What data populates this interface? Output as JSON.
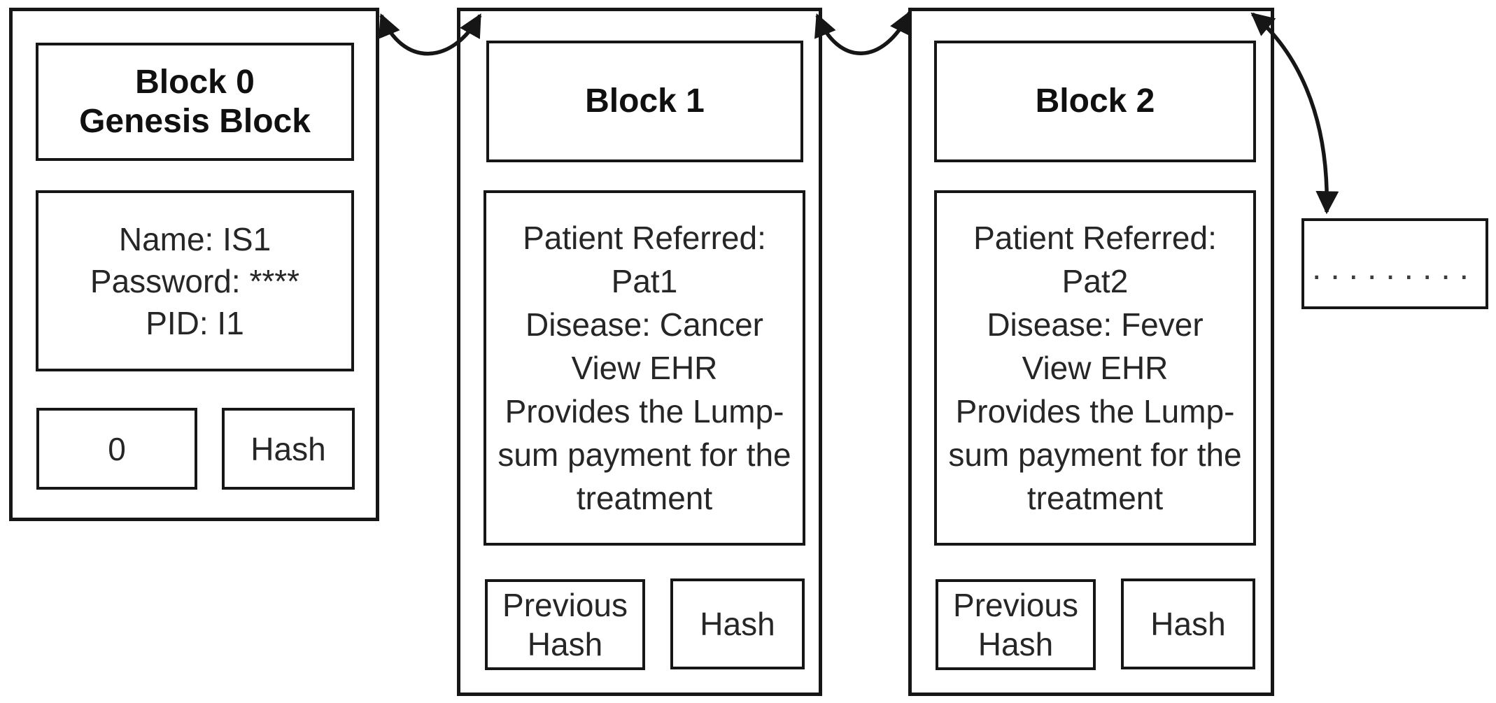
{
  "canvas": {
    "colors": {
      "background": "#ffffff",
      "line": "#161616",
      "title_text": "#101010",
      "body_text": "#262626"
    }
  },
  "blocks": [
    {
      "title_lines": [
        "Block 0",
        "Genesis Block"
      ],
      "body_lines": [
        "Name: IS1",
        "Password: ****",
        "PID: I1"
      ],
      "prev_hash_label": "0",
      "hash_label": "Hash"
    },
    {
      "title_lines": [
        "Block 1"
      ],
      "body_lines": [
        "Patient Referred:",
        "Pat1",
        "Disease: Cancer",
        "View EHR",
        "Provides the Lump-",
        "sum payment for the",
        "treatment"
      ],
      "prev_hash_label": "Previous Hash",
      "hash_label": "Hash"
    },
    {
      "title_lines": [
        "Block 2"
      ],
      "body_lines": [
        "Patient Referred:",
        "Pat2",
        "Disease: Fever",
        "View EHR",
        "Provides the Lump-",
        "sum payment for the",
        "treatment"
      ],
      "prev_hash_label": "Previous Hash",
      "hash_label": "Hash"
    }
  ],
  "continuation_box": {
    "label": "........."
  }
}
